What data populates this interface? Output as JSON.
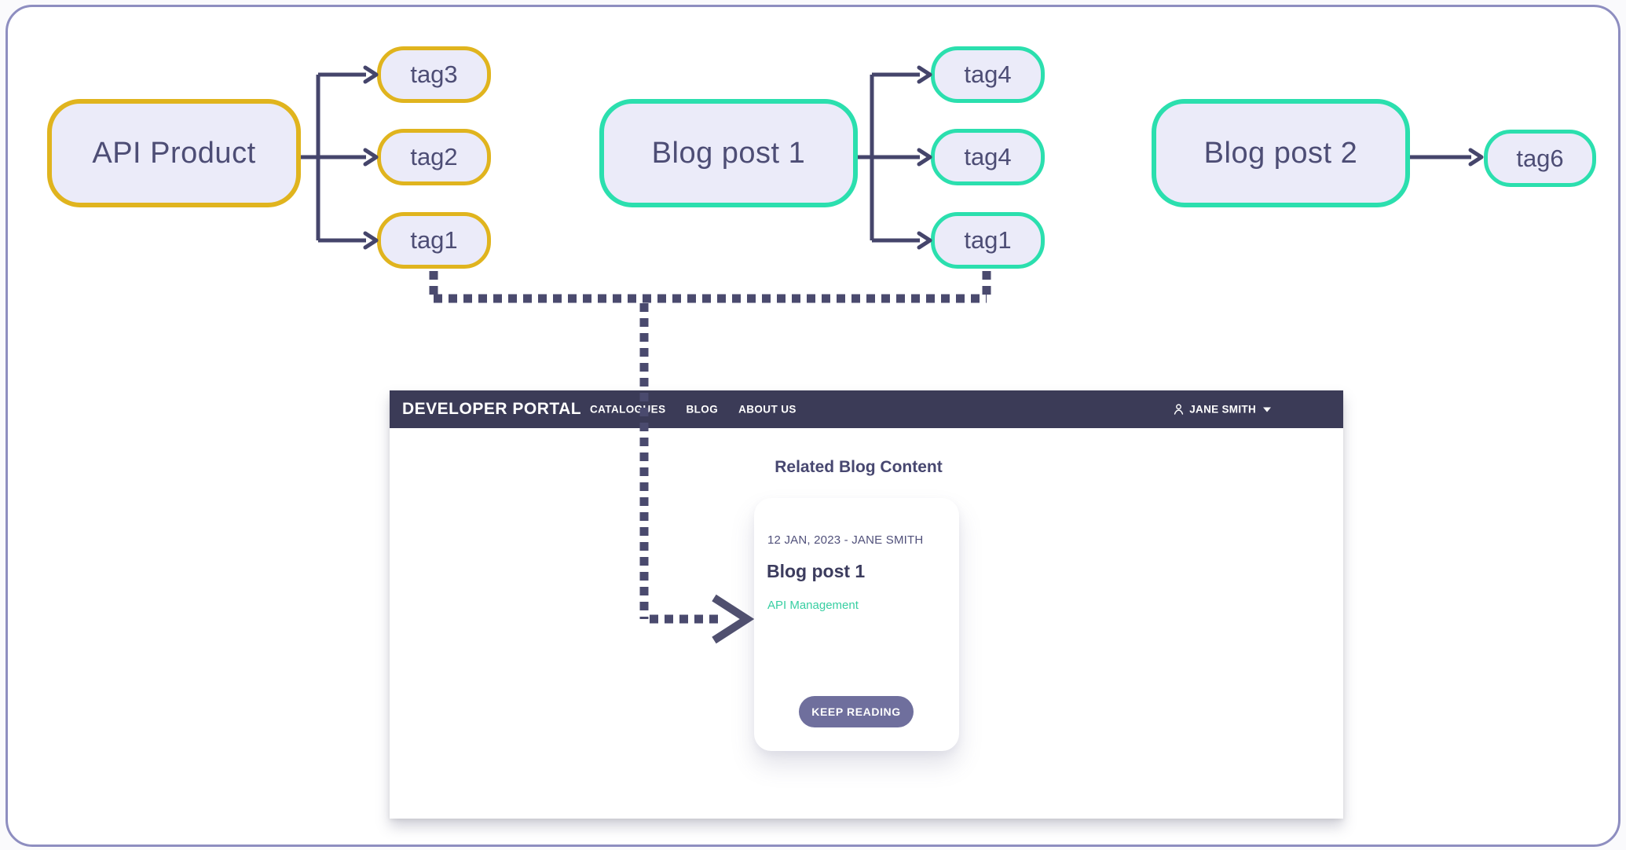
{
  "colors": {
    "gold_border": "#E0B41E",
    "teal_border": "#2BDFAE",
    "node_fill": "#EBEBF9",
    "diagram_text": "#4D4D75",
    "connector": "#45456B",
    "dotted_connector": "#4A4A6E",
    "navbar_bg": "#3B3B57",
    "link_teal": "#38CFA2",
    "button_bg": "#6F6F9D",
    "outer_border": "#8E8EC0"
  },
  "diagram": {
    "api_product": {
      "label": "API Product",
      "tags": [
        "tag3",
        "tag2",
        "tag1"
      ]
    },
    "blog_post_1": {
      "label": "Blog post 1",
      "tags": [
        "tag4",
        "tag4",
        "tag1"
      ]
    },
    "blog_post_2": {
      "label": "Blog post 2",
      "tags": [
        "tag6"
      ]
    }
  },
  "portal": {
    "brand": "DEVELOPER PORTAL",
    "nav_items": [
      "CATALOGUES",
      "BLOG",
      "ABOUT US"
    ],
    "user": {
      "icon": "person-icon",
      "name": "JANE SMITH",
      "caret_icon": "caret-down-icon"
    },
    "section_title": "Related Blog Content",
    "card": {
      "meta": "12 JAN, 2023 - JANE SMITH",
      "title": "Blog post 1",
      "tag_link": "API Management",
      "cta": "KEEP READING"
    }
  }
}
